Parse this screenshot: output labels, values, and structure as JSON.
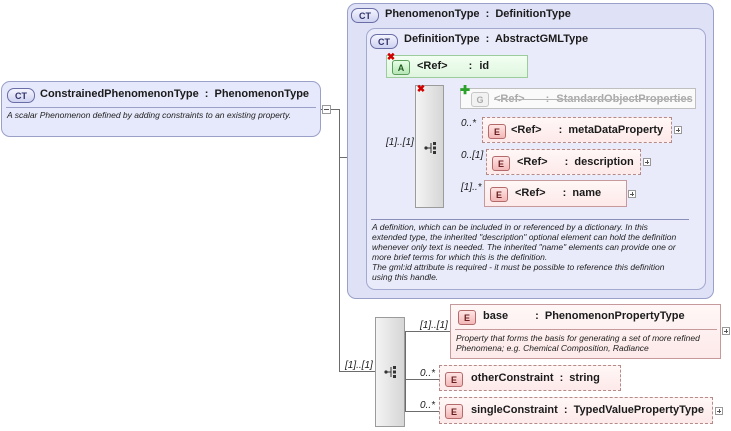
{
  "root": {
    "badge": "CT",
    "name": "ConstrainedPhenomenonType",
    "sep": ":",
    "base": "PhenomenonType",
    "description": "A scalar Phenomenon defined by adding constraints to an existing property."
  },
  "phenomenonType": {
    "badge": "CT",
    "name": "PhenomenonType",
    "sep": ":",
    "base": "DefinitionType"
  },
  "definitionType": {
    "badge": "CT",
    "name": "DefinitionType",
    "sep": ":",
    "base": "AbstractGMLType",
    "description": "A definition, which can be included in or referenced by a dictionary. In this extended type, the inherited \"description\" optional element can hold the definition whenever only text is needed. The inherited \"name\" elements can provide one or more brief terms for which this is the definition.\nThe gml:id attribute is required - it must be possible to reference this definition using this handle."
  },
  "idAttr": {
    "badge": "A",
    "ref": "<Ref>",
    "sep": ":",
    "name": "id"
  },
  "inner_sequence": {
    "cardinality": "[1]..[1]",
    "group": {
      "badge": "G",
      "ref": "<Ref>",
      "sep": ":",
      "name": "StandardObjectProperties"
    },
    "elements": [
      {
        "badge": "E",
        "cardinality": "0..*",
        "ref": "<Ref>",
        "sep": ":",
        "name": "metaDataProperty"
      },
      {
        "badge": "E",
        "cardinality": "0..[1]",
        "ref": "<Ref>",
        "sep": ":",
        "name": "description"
      },
      {
        "badge": "E",
        "cardinality": "[1]..*",
        "ref": "<Ref>",
        "sep": ":",
        "name": "name"
      }
    ]
  },
  "outer_sequence": {
    "cardinality": "[1]..[1]",
    "elements": [
      {
        "badge": "E",
        "cardinality": "[1]..[1]",
        "name": "base",
        "sep": ":",
        "type": "PhenomenonPropertyType",
        "description": "Property that forms the basis for generating a set of more refined Phenomena; e.g. Chemical Composition, Radiance"
      },
      {
        "badge": "E",
        "cardinality": "0..*",
        "name": "otherConstraint",
        "sep": ":",
        "type": "string"
      },
      {
        "badge": "E",
        "cardinality": "0..*",
        "name": "singleConstraint",
        "sep": ":",
        "type": "TypedValuePropertyType"
      }
    ]
  }
}
